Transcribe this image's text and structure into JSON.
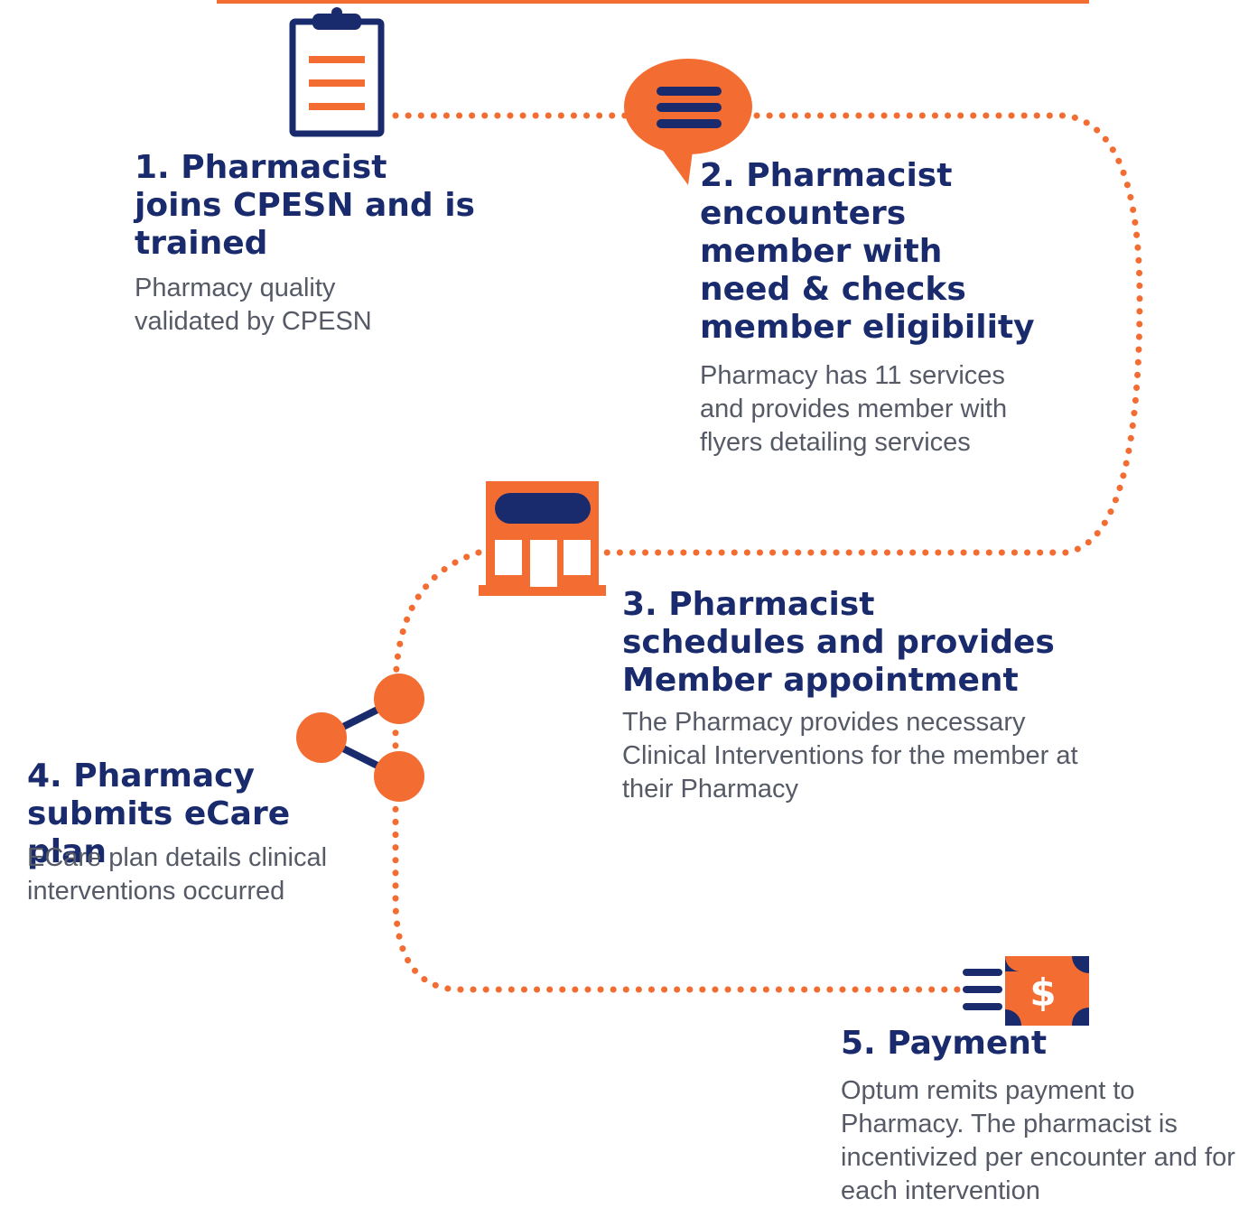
{
  "colors": {
    "accent": "#f36d32",
    "navy": "#1a2b6d",
    "body_text": "#555a66",
    "background": "#ffffff"
  },
  "steps": [
    {
      "title": "1. Pharmacist joins CPESN and is trained",
      "description": "Pharmacy quality validated by CPESN",
      "icon": "clipboard-icon"
    },
    {
      "title": "2. Pharmacist encounters member with need & checks member eligibility",
      "description": "Pharmacy has 11 services and provides member with flyers detailing services",
      "icon": "speech-bubble-icon"
    },
    {
      "title": "3. Pharmacist schedules and provides Member appointment",
      "description": "The Pharmacy provides necessary Clinical Interventions for the member at their Pharmacy",
      "icon": "storefront-icon"
    },
    {
      "title": "4. Pharmacy submits eCare plan",
      "description": "ECare plan details clinical interventions occurred",
      "icon": "share-icon"
    },
    {
      "title": "5. Payment",
      "description": "Optum remits payment to Pharmacy. The pharmacist is incentivized per encounter and for each intervention",
      "icon": "dollar-bill-icon"
    }
  ]
}
